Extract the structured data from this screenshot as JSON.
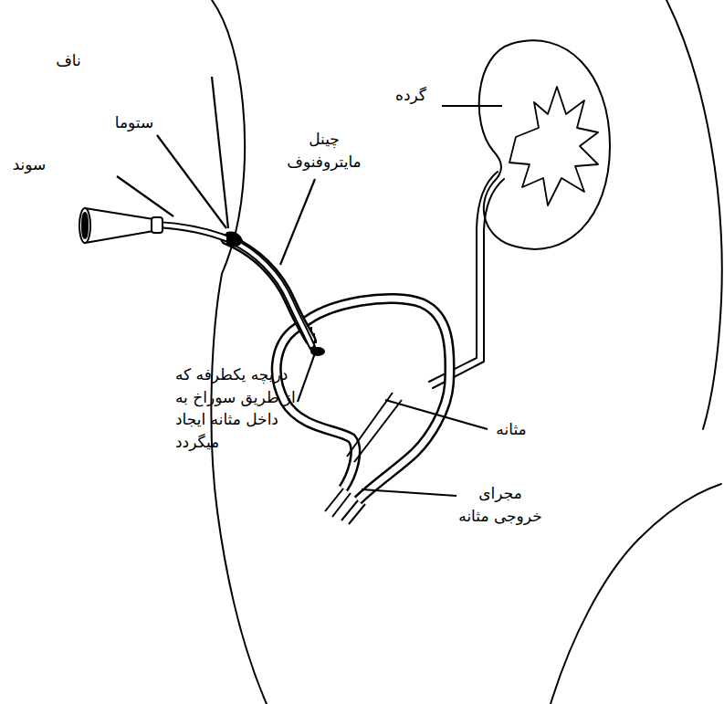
{
  "diagram": {
    "labels": [
      "ناف",
      "ستوما",
      "سوند",
      "چینل مایتروفنوف",
      "گرده",
      "دریچه یکطرفه که از طریق سوراخ به داخل مثانه ایجاد میگردد",
      "مثانه",
      "مجرای خروجی مثانه"
    ]
  }
}
